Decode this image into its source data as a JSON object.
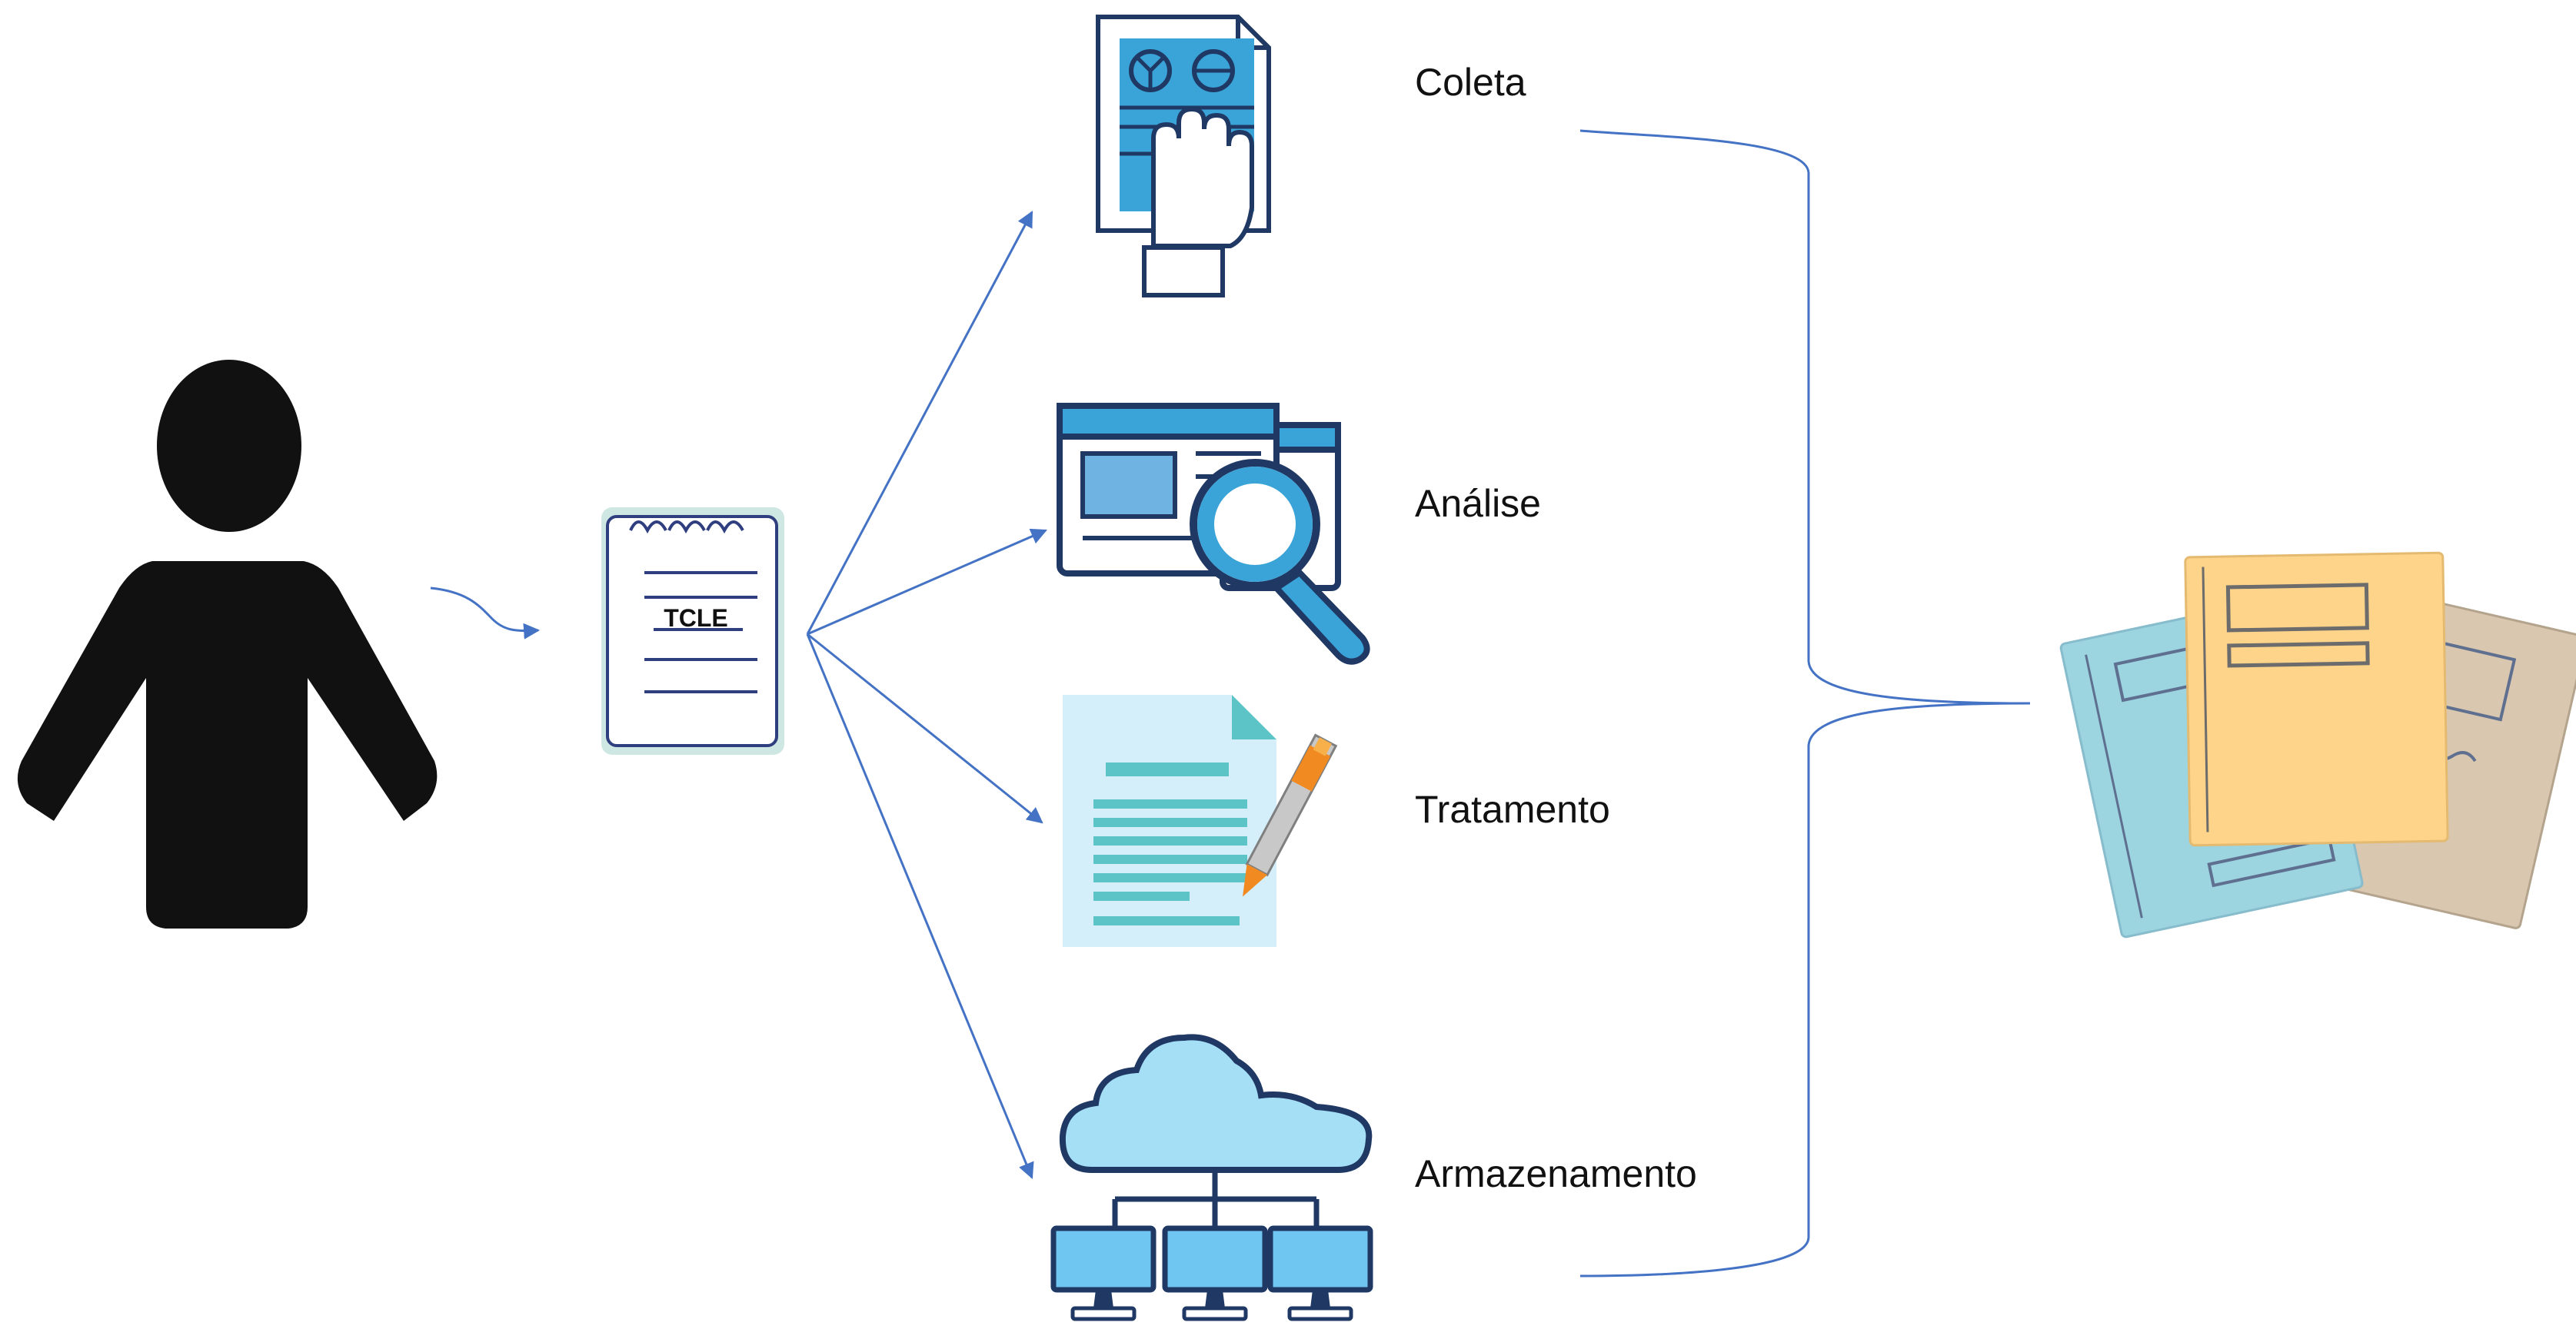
{
  "diagram": {
    "document_label": "TCLE",
    "stages": [
      {
        "label": "Coleta",
        "icon": "hand-on-document-icon"
      },
      {
        "label": "Análise",
        "icon": "magnifier-on-window-icon"
      },
      {
        "label": "Tratamento",
        "icon": "document-with-pen-icon"
      },
      {
        "label": "Armazenamento",
        "icon": "cloud-network-icon"
      }
    ],
    "colors": {
      "person": "#111111",
      "arrow": "#4472C4",
      "icon_blue": "#3AA3D8",
      "icon_navy": "#1F3864",
      "paper_teal": "#9CD4E0",
      "paper_yellow": "#FED38A",
      "paper_beige": "#D9C7B0"
    }
  }
}
